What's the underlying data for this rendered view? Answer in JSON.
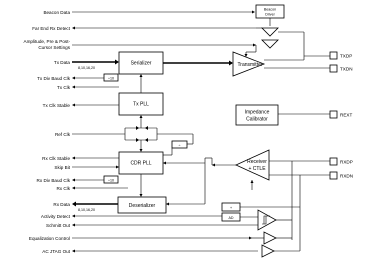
{
  "inputs": {
    "beacon_data": "Beacon Data",
    "far_end_rx_detect": "Far End Rx Detect",
    "amplitude_settings_line1": "Amplitude, Pre & Post-",
    "amplitude_settings_line2": "Cursor Settings",
    "tx_data": "Tx Data",
    "tx_div_baud_clk": "Tx Div Baud Clk",
    "tx_clk": "Tx Clk",
    "tx_clk_stable": "Tx Clk Stable",
    "ref_clk": "Ref Clk",
    "rx_clk_stable": "Rx Clk Stable",
    "skip_bit": "Skip Bit",
    "rx_div_baud_clk": "Rx Div Baud Clk",
    "rx_clk": "Rx Clk",
    "rx_data": "Rx Data",
    "activity_detect": "Activity Detect",
    "schmitt_out": "Schmitt Out",
    "equalization_control": "Equalization Control",
    "ac_jtag_out": "AC JTAG Out"
  },
  "widths": {
    "tx_width": "8,10,16,20",
    "rx_width": "8,10,16,20"
  },
  "dividers": {
    "tx_div": "÷10",
    "rx_div": "÷10",
    "cdr_div": "÷"
  },
  "blocks": {
    "beacon_driver_line1": "Beacon",
    "beacon_driver_line2": "Driver",
    "serializer": "Serializer",
    "transmitter": "Transmitter",
    "tx_pll": "Tx PLL",
    "impedance_line1": "Impedance",
    "impedance_line2": "Calibrator",
    "cdr_pll": "CDR PLL",
    "receiver_line1": "Receiver",
    "receiver_line2": "+ CTLE",
    "deserializer": "Deserializer",
    "plus": "+",
    "ad": "AD"
  },
  "pins": {
    "txdp": "TXDP",
    "txdn": "TXDN",
    "rext": "REXT",
    "rxdp": "RXDP",
    "rxdn": "RXDN"
  }
}
